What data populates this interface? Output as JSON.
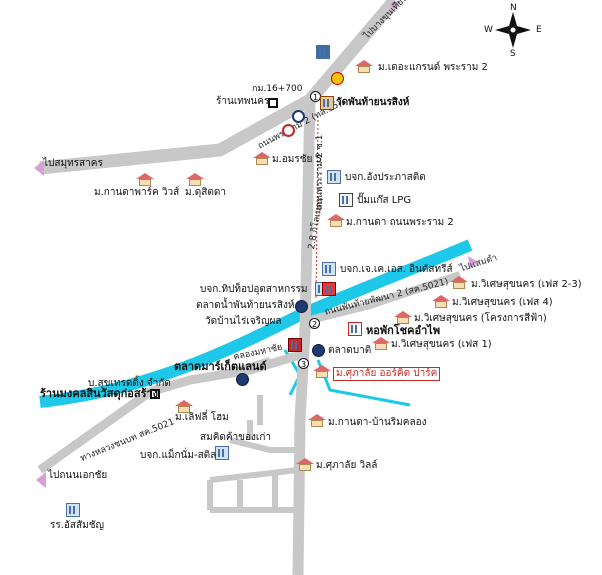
{
  "labels": {
    "road_top_right": "ไปบางขุนเทียน",
    "km": "กม.16+700",
    "themphon_shop": "ร้านเทพนคร",
    "rama2_road": "ถนนพระราม 2 (ทล.35)",
    "wat_phanthai": "วัดพันท้ายนรสิงห์",
    "grand_rama2": "ม.เดอะแกรนด์ พระราม 2",
    "to_samutsakhon": "ไปสมุทรสาคร",
    "kanda_park": "ม.กานดาพาร์ค วิวส์",
    "dusit": "ม.ดุสิตดา",
    "amorchai": "ม.อมรชัย 5",
    "rama2_soi": "ถนนพระราม 2 ซ.1",
    "sangprasert": "บจก.อังประภาสติด",
    "lpg": "ปั๊มแก๊ส LPG",
    "kanda_rama2": "ม.กานดา ถนนพระราม 2",
    "distance": "2.8 กิโลเมตร",
    "gks": "บจก.เจ.เค.เอส. อินดัสทรีส์",
    "tippo": "บจก.ทิปท็อปอุตสาหกรรม",
    "floating_market": "ตลาดน้ำพันท้ายนรสิงห์",
    "wat_ban_rai": "วัดบ้านไร่เจริญผล",
    "khlong": "คลองมหาชัย",
    "phanthai_road": "ถนนพันท้ายพัฒนา 2 (สค.5021)",
    "to_pantai": "ไปแสมดำ",
    "wisetsuk_23": "ม.วิเศษสุขนคร (เฟส 2-3)",
    "wisetsuk_4": "ม.วิเศษสุขนคร (เฟส 4)",
    "wisetsuk_sky": "ม.วิเศษสุขนคร (โครงการสีฟ้า)",
    "hor": "หอพักโชคอำไพ",
    "talad_bati": "ตลาดบาติ",
    "wisetsuk_1": "ม.วิเศษสุขนคร (เฟส 1)",
    "makro": "ตลาดมาร์เก็ตแลนด์",
    "supalai": "ม.ศุภาลัย ออร์คิด ปาร์ค",
    "suthon": "บ.สุขเทรดดิ้ง จำกัด",
    "rangmongkol": "ร้านมงคลสินวัสดุก่อสร้าง",
    "phet_home": "ม.เลิฟลี่ โฮม",
    "wang_road": "ทางหลวงชนบท สค.5021",
    "kanda_rim": "ม.กานดา-บ้านริมคลอง",
    "sommit": "สมคิดค้าของเก่า",
    "makmalam": "บจก.แม็กนั่ม-สติล",
    "to_khao_yai": "ไปถนนเอกชัย",
    "supalai_ville": "ม.ศุภาลัย วิลล์",
    "school": "รร.อัสสัมชัญ",
    "compass_n": "N",
    "compass_s": "S",
    "compass_e": "E",
    "compass_w": "W",
    "num1": "1",
    "num2": "2",
    "num3": "3"
  },
  "colors": {
    "road": "#c8c8c8",
    "canal": "#1ec8e8",
    "accent_pink": "#d8a0d8",
    "route": "#d32f2f"
  }
}
